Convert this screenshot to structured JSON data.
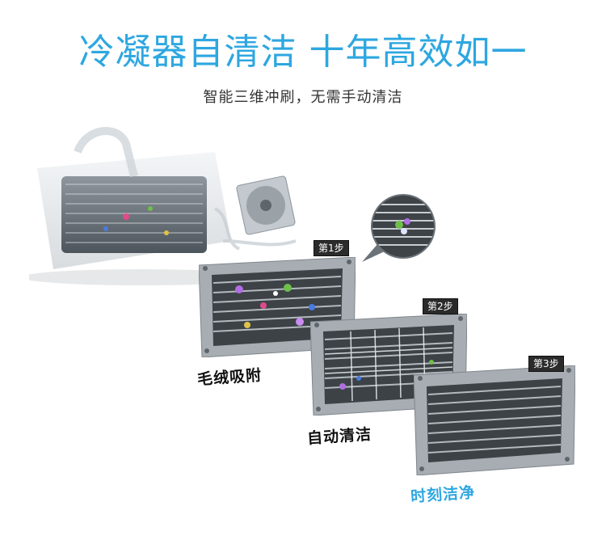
{
  "headline": "冷凝器自清洁 十年高效如一",
  "subline": "智能三维冲刷，无需手动清洁",
  "steps": [
    {
      "badge": "第1步",
      "caption": "毛绒吸附"
    },
    {
      "badge": "第2步",
      "caption": "自动清洁"
    },
    {
      "badge": "第3步",
      "caption": "时刻洁净"
    }
  ],
  "colors": {
    "accent": "#2ea7e0",
    "text": "#333333"
  }
}
